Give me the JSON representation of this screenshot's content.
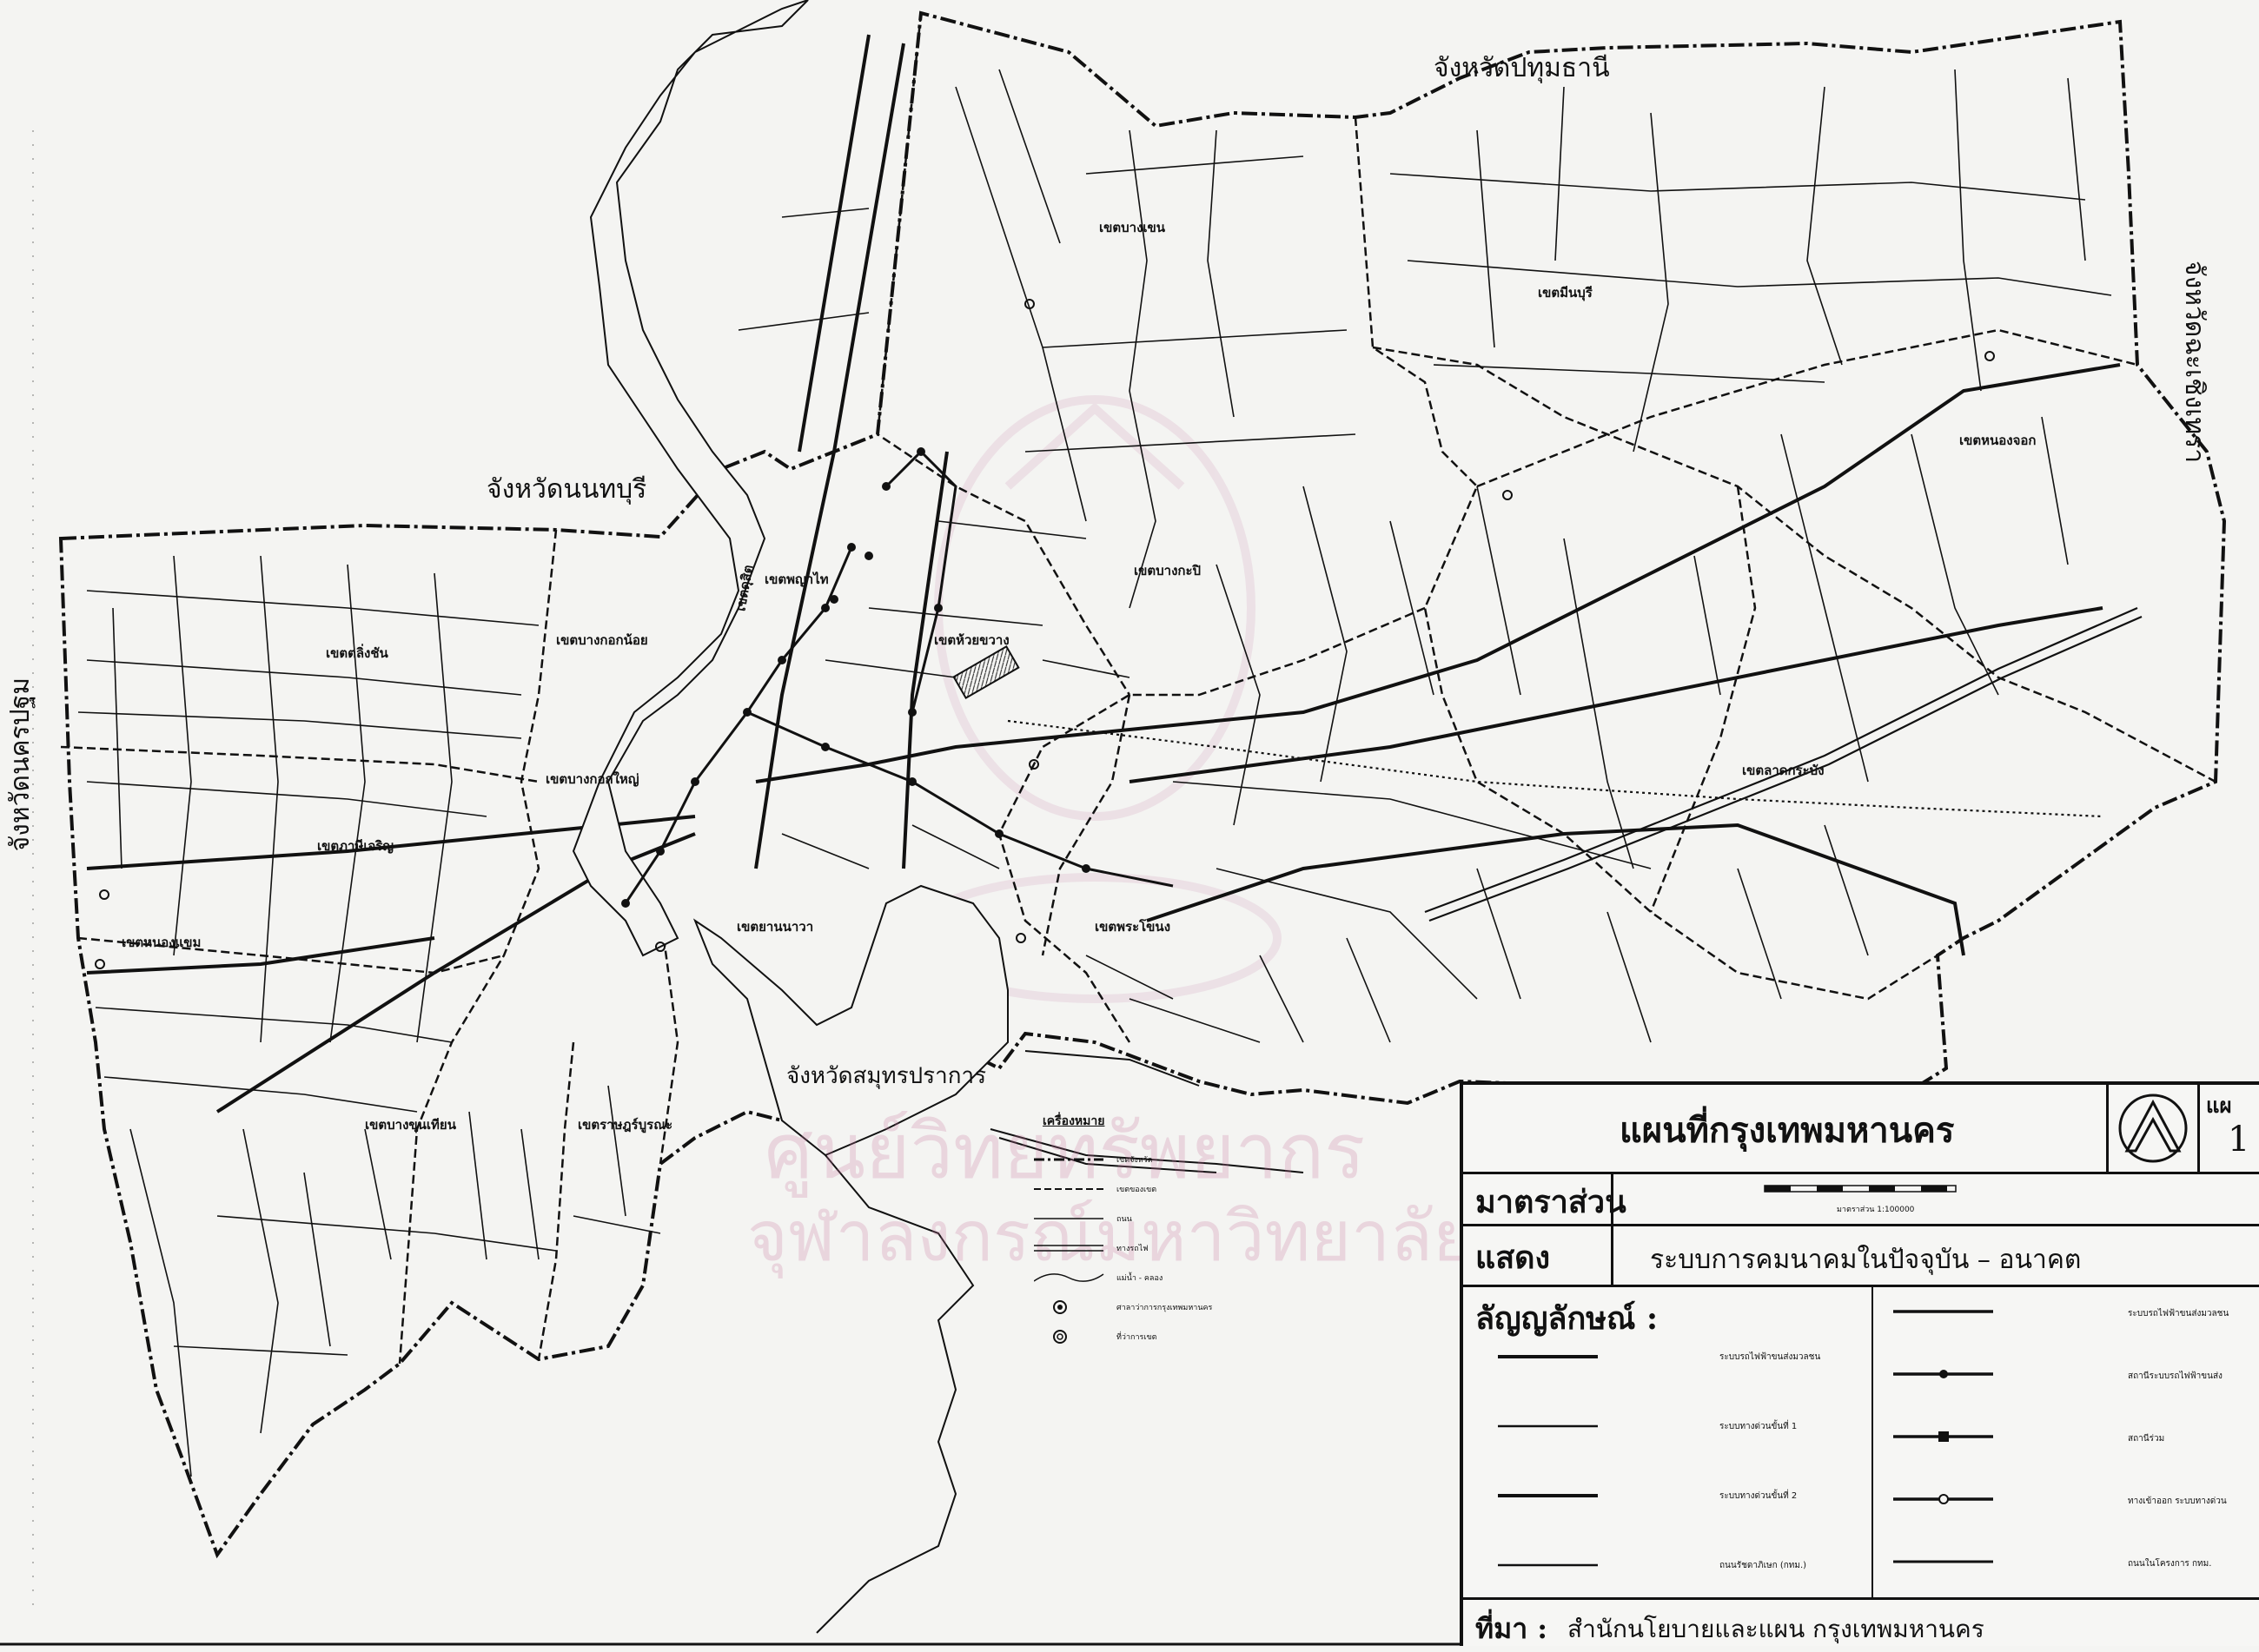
{
  "provinces": {
    "north": "จังหวัดปทุมธานี",
    "east": "จังหวัดฉะเชิงเทรา",
    "west": "จังหวัดนครปฐม",
    "northwest": "จังหวัดนนทบุรี",
    "south": "จังหวัดสมุทรปราการ"
  },
  "districts": [
    {
      "id": "bang-khen",
      "label": "เขตบางเขน"
    },
    {
      "id": "min-buri",
      "label": "เขตมีนบุรี"
    },
    {
      "id": "nong-chok",
      "label": "เขตหนองจอก"
    },
    {
      "id": "bang-kapi",
      "label": "เขตบางกะปิ"
    },
    {
      "id": "lat-krabang",
      "label": "เขตลาดกระบัง"
    },
    {
      "id": "phra-khanong",
      "label": "เขตพระโขนง"
    },
    {
      "id": "yan-nawa",
      "label": "เขตยานนาวา"
    },
    {
      "id": "huai-khwang",
      "label": "เขตห้วยขวาง"
    },
    {
      "id": "phaya-thai",
      "label": "เขตพญาไท"
    },
    {
      "id": "dusit",
      "label": "เขตดุสิต"
    },
    {
      "id": "bangkok-noi",
      "label": "เขตบางกอกน้อย"
    },
    {
      "id": "bangkok-yai",
      "label": "เขตบางกอกใหญ่"
    },
    {
      "id": "taling-chan",
      "label": "เขตตลิ่งชัน"
    },
    {
      "id": "phasi-charoen",
      "label": "เขตภาษีเจริญ"
    },
    {
      "id": "nong-khaem",
      "label": "เขตหนองแขม"
    },
    {
      "id": "bang-khun-thian",
      "label": "เขตบางขุนเทียน"
    },
    {
      "id": "rat-burana",
      "label": "เขตราษฎร์บูรณะ"
    }
  ],
  "map_legend": {
    "title": "เครื่องหมาย",
    "items": [
      {
        "label": "เขตจังหวัด",
        "style": "dash-dot"
      },
      {
        "label": "เขตของเขต",
        "style": "dashed"
      },
      {
        "label": "ถนน",
        "style": "solid"
      },
      {
        "label": "ทางรถไฟ",
        "style": "rail"
      },
      {
        "label": "แม่น้ำ - คลอง",
        "style": "river"
      },
      {
        "label": "ศาลาว่าการกรุงเทพมหานคร",
        "style": "dot-ring"
      },
      {
        "label": "ที่ว่าการเขต",
        "style": "ring"
      }
    ]
  },
  "watermark": {
    "line1": "ศูนย์วิทยทรัพยากร",
    "line2": "จุฬาลงกรณ์มหาวิทยาลัย"
  },
  "title_block": {
    "title": "แผนที่กรุงเทพมหานคร",
    "scale_label": "มาตราส่วน",
    "scale_text": "มาตราส่วน 1:100000",
    "show_label": "แสดง",
    "show_value": "ระบบการคมนาคมในปัจจุบัน – อนาคต",
    "legend_label": "ลัญญลักษณ์ :",
    "source_label": "ที่มา :",
    "source_value": "สำนักนโยบายและแผน กรุงเทพมหานคร",
    "sheet_prefix": "แผ",
    "sheet_number": "1",
    "symbols_left": [
      {
        "label": "ระบบรถไฟฟ้าขนส่งมวลชน"
      },
      {
        "label": "ระบบทางด่วนขั้นที่ 1"
      },
      {
        "label": "ระบบทางด่วนขั้นที่ 2"
      },
      {
        "label": "ถนนรัชดาภิเษก (กทม.)"
      }
    ],
    "symbols_right": [
      {
        "label": "ระบบรถไฟฟ้าขนส่งมวลชน"
      },
      {
        "label": "สถานีระบบรถไฟฟ้าขนส่ง"
      },
      {
        "label": "สถานีร่วม"
      },
      {
        "label": "ทางเข้าออก ระบบทางด่วน"
      },
      {
        "label": "ถนนในโครงการ กทม."
      }
    ]
  }
}
